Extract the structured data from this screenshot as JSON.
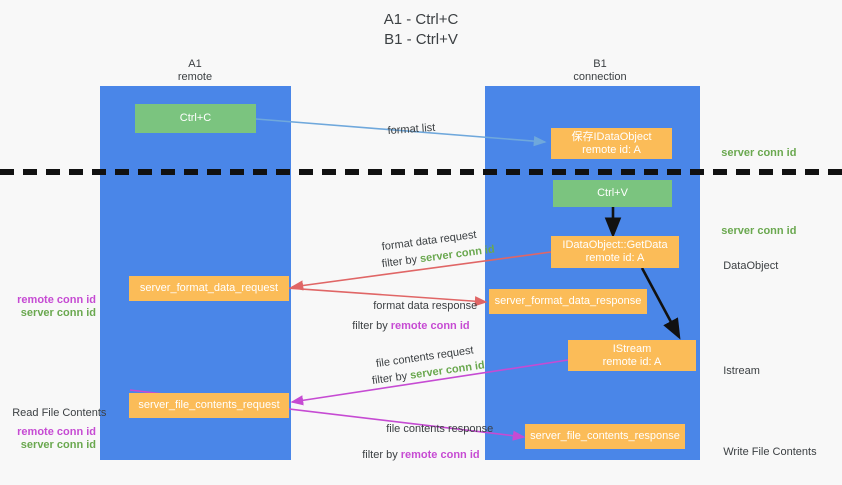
{
  "title": {
    "line1": "A1 - Ctrl+C",
    "line2": "B1 - Ctrl+V"
  },
  "columns": [
    {
      "name": "A1",
      "sub": "remote"
    },
    {
      "name": "B1",
      "sub": "connection"
    }
  ],
  "boxes": {
    "ctrl_c": "Ctrl+C",
    "save_idataobject": "保存IDataObject\nremote id: A",
    "ctrl_v": "Ctrl+V",
    "getdata": "IDataObject::GetData\nremote id: A",
    "server_format_data_request": "server_format_data_request",
    "server_format_data_response": "server_format_data_response",
    "istream": "IStream\nremote id: A",
    "server_file_contents_request": "server_file_contents_request",
    "server_file_contents_response": "server_file_contents_response"
  },
  "edge_labels": {
    "format_list": "format list",
    "format_data_request": "format data request",
    "format_data_request_filter_prefix": "filter by ",
    "format_data_request_filter_key": "server conn id",
    "format_data_response": "format data response",
    "format_data_response_filter_prefix": "filter by ",
    "format_data_response_filter_key": "remote conn id",
    "file_contents_request": "file contents request",
    "file_contents_request_filter_prefix": "filter by ",
    "file_contents_request_filter_key": "server conn id",
    "file_contents_response": "file contents response",
    "file_contents_response_filter_prefix": "filter by ",
    "file_contents_response_filter_key": "remote conn id"
  },
  "right_annotations": {
    "server_conn_id_top": "server conn id",
    "server_conn_id_mid": "server conn id",
    "dataobject": "DataObject",
    "istream": "Istream",
    "write_file_contents": "Write File Contents"
  },
  "left_annotations": {
    "remote_conn_id_mid": "remote conn id",
    "server_conn_id_mid": "server conn id",
    "read_file_contents": "Read File Contents",
    "remote_conn_id_bottom": "remote conn id",
    "server_conn_id_bottom": "server conn id"
  },
  "colors": {
    "lane": "#4a86e8",
    "orange": "#fbbc58",
    "green_box": "#7bc47f",
    "green_text": "#6aa84f",
    "magenta_text": "#c64bd3",
    "arrow_red": "#e06666",
    "arrow_magenta": "#c64bd3",
    "arrow_blue": "#6fa8dc",
    "arrow_black": "#000000",
    "background": "#f8f8f8"
  }
}
